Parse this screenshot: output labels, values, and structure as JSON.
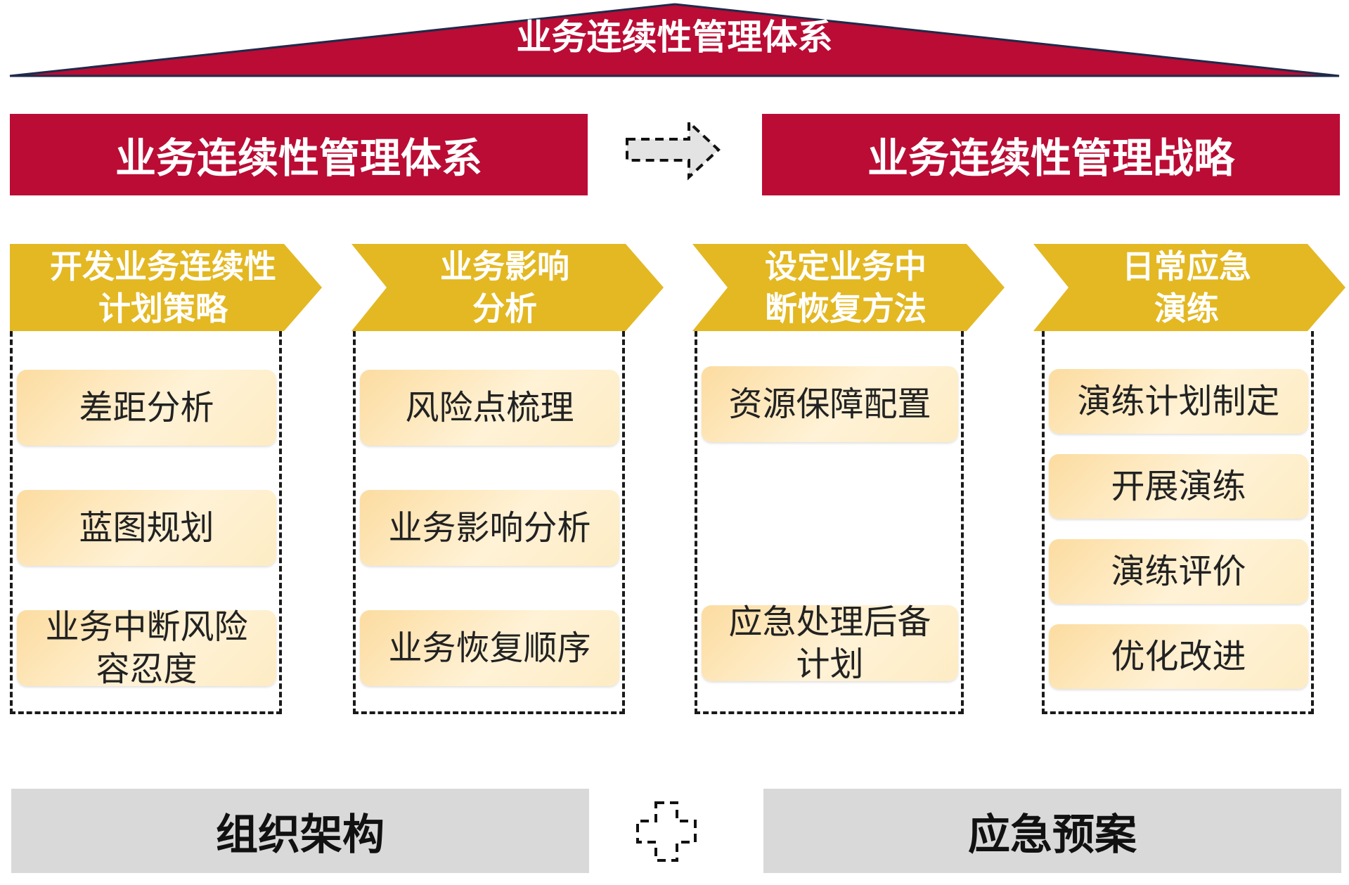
{
  "header": {
    "title": "业务连续性管理体系"
  },
  "top_bars": {
    "left_label": "业务连续性管理体系",
    "right_label": "业务连续性管理战略"
  },
  "columns": [
    {
      "title": "开发业务连续性\n计划策略",
      "items": [
        "差距分析",
        "蓝图规划",
        "业务中断风险\n容忍度"
      ]
    },
    {
      "title": "业务影响\n分析",
      "items": [
        "风险点梳理",
        "业务影响分析",
        "业务恢复顺序"
      ]
    },
    {
      "title": "设定业务中\n断恢复方法",
      "items": [
        "资源保障配置",
        "应急处理后备\n计划"
      ]
    },
    {
      "title": "日常应急\n演练",
      "items": [
        "演练计划制定",
        "开展演练",
        "演练评价",
        "优化改进"
      ]
    }
  ],
  "bottom_bars": {
    "left_label": "组织架构",
    "right_label": "应急预案"
  },
  "icons": {
    "arrow": "dashed-right-arrow-icon",
    "plus": "dashed-plus-icon"
  },
  "colors": {
    "red": "#ba0c35",
    "gold": "#e3b822",
    "navy": "#1f2a4a",
    "gray": "#d9d9d9",
    "item_fill": "#fde7b8"
  }
}
